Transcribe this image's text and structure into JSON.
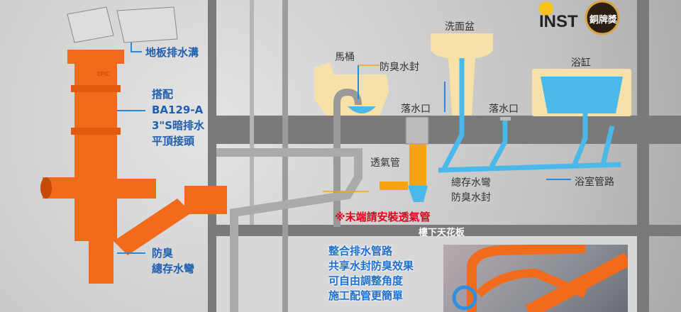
{
  "left": {
    "floor_drain": "地板排水溝",
    "pair_label": "搭配",
    "model": "BA129-A",
    "desc1": "3\"S暗排水",
    "desc2": "平頂接頭",
    "trap1": "防臭",
    "trap2": "總存水彎",
    "brand": "EPIC"
  },
  "diagram": {
    "toilet": "馬桶",
    "toilet_seal": "防臭水封",
    "basin": "洗面盆",
    "bathtub": "浴缸",
    "drain1": "落水口",
    "drain2": "落水口",
    "vent": "透氣管",
    "main_trap": "總存水彎",
    "main_seal": "防臭水封",
    "bath_pipe": "浴室管路",
    "warning": "※末端請安裝透氣管",
    "ceiling": "樓下天花板"
  },
  "award": {
    "logo": "INST",
    "medal": "銅牌獎"
  },
  "features": [
    "整合排水管路",
    "共享水封防臭效果",
    "可自由調整角度",
    "施工配管更簡單"
  ],
  "colors": {
    "orange": "#f26a1b",
    "water": "#4bb8ea",
    "accent": "#1f5fb0",
    "warning": "#e3001b"
  }
}
